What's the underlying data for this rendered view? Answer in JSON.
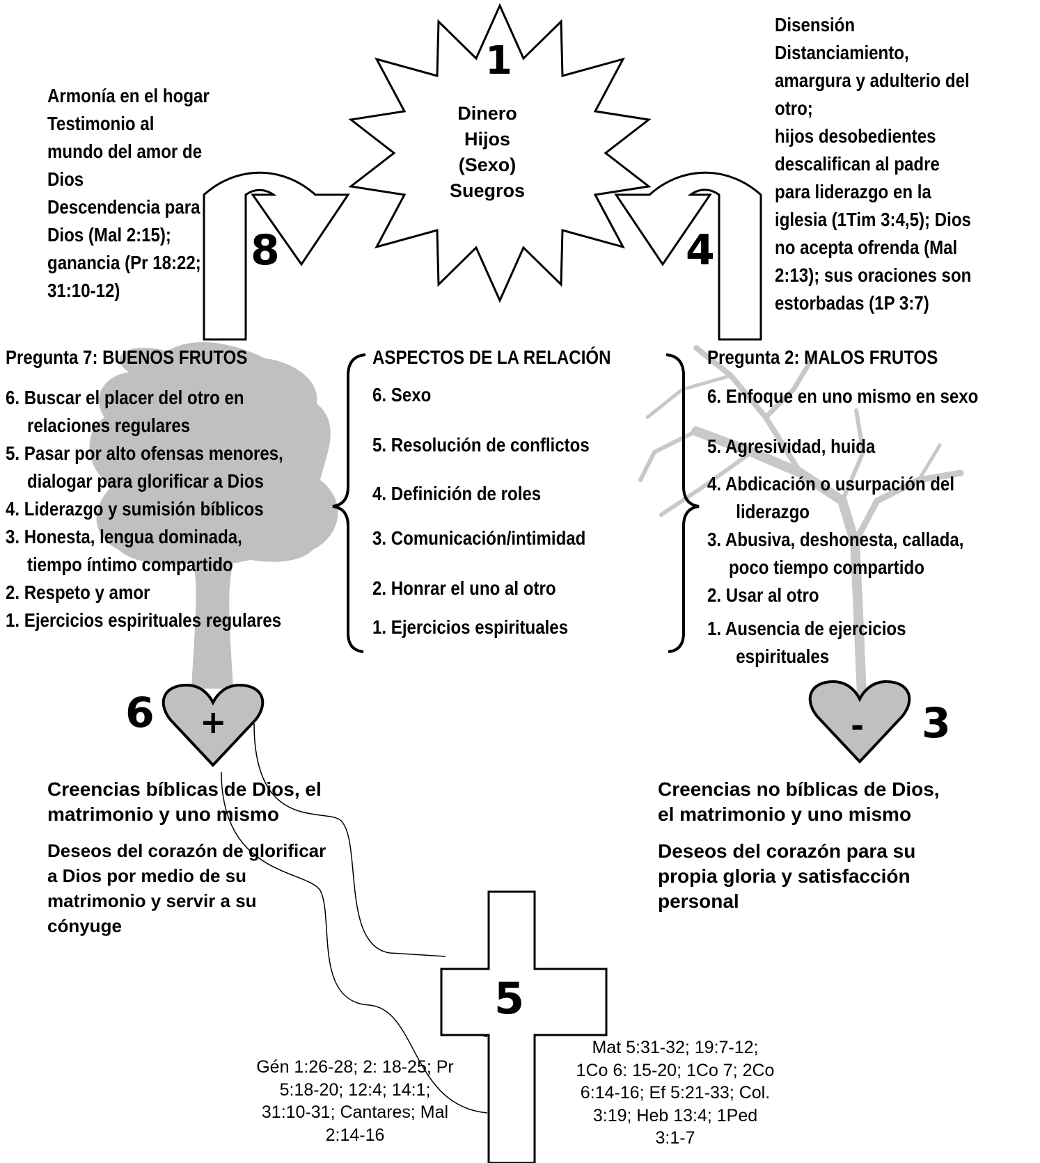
{
  "colors": {
    "shape_fill": "#c0c0c0",
    "outline": "#000000",
    "background": "#ffffff"
  },
  "star": {
    "number": "1",
    "lines": [
      "Dinero",
      "Hijos",
      "(Sexo)",
      "Suegros"
    ]
  },
  "arrow_left": {
    "number": "8"
  },
  "arrow_right": {
    "number": "4"
  },
  "consequences_good": [
    "Armonía en el hogar",
    "Testimonio al",
    "mundo del amor de",
    "Dios",
    "Descendencia para",
    "Dios (Mal 2:15);",
    "ganancia (Pr 18:22;",
    "31:10-12)"
  ],
  "consequences_bad": [
    "Disensión",
    "Distanciamiento,",
    "amargura y adulterio del",
    "otro;",
    "hijos desobedientes",
    "descalifican al padre",
    "para liderazgo en la",
    "iglesia (1Tim 3:4,5); Dios",
    "no acepta ofrenda (Mal",
    "2:13); sus oraciones son",
    "estorbadas (1P 3:7)"
  ],
  "good_fruits": {
    "title": "Pregunta 7: BUENOS FRUTOS",
    "items": [
      [
        "6. Buscar el placer del otro en",
        "relaciones regulares"
      ],
      [
        "5. Pasar por alto ofensas menores,",
        "dialogar para glorificar a Dios"
      ],
      [
        "4. Liderazgo y sumisión bíblicos"
      ],
      [
        "3. Honesta, lengua dominada,",
        "tiempo íntimo compartido"
      ],
      [
        "2. Respeto y amor"
      ],
      [
        "1. Ejercicios espirituales regulares"
      ]
    ]
  },
  "aspects": {
    "title": "ASPECTOS DE LA RELACIÓN",
    "items": [
      "6. Sexo",
      "5. Resolución de conflictos",
      "4. Definición de roles",
      "3. Comunicación/intimidad",
      "2. Honrar el uno al otro",
      "1. Ejercicios espirituales"
    ]
  },
  "bad_fruits": {
    "title": "Pregunta 2: MALOS FRUTOS",
    "items": [
      [
        "6. Enfoque en uno mismo en sexo"
      ],
      [
        "5. Agresividad, huida"
      ],
      [
        "4. Abdicación o usurpación del",
        "liderazgo"
      ],
      [
        "3. Abusiva, deshonesta, callada,",
        "poco tiempo compartido"
      ],
      [
        "2. Usar al otro"
      ],
      [
        "1. Ausencia de ejercicios",
        "espirituales"
      ]
    ]
  },
  "heart_left": {
    "number": "6",
    "sign": "+"
  },
  "heart_right": {
    "number": "3",
    "sign": "-"
  },
  "heart_left_text": {
    "beliefs": [
      "Creencias bíblicas de Dios, el",
      "matrimonio y uno mismo"
    ],
    "desires": [
      "Deseos del corazón de glorificar",
      "a Dios por medio de su",
      "matrimonio y servir a su",
      "cónyuge"
    ]
  },
  "heart_right_text": {
    "beliefs": [
      "Creencias no bíblicas de Dios,",
      "el matrimonio y uno mismo"
    ],
    "desires": [
      "Deseos del corazón para su",
      "propia gloria y satisfacción",
      "personal"
    ]
  },
  "cross": {
    "number": "5"
  },
  "refs_left": [
    "Gén 1:26-28; 2: 18-25; Pr",
    "5:18-20; 12:4; 14:1;",
    "31:10-31; Cantares; Mal",
    "2:14-16"
  ],
  "refs_right": [
    "Mat 5:31-32; 19:7-12;",
    "1Co 6: 15-20; 1Co 7; 2Co",
    "6:14-16; Ef 5:21-33; Col.",
    "3:19; Heb 13:4; 1Ped",
    "3:1-7"
  ]
}
